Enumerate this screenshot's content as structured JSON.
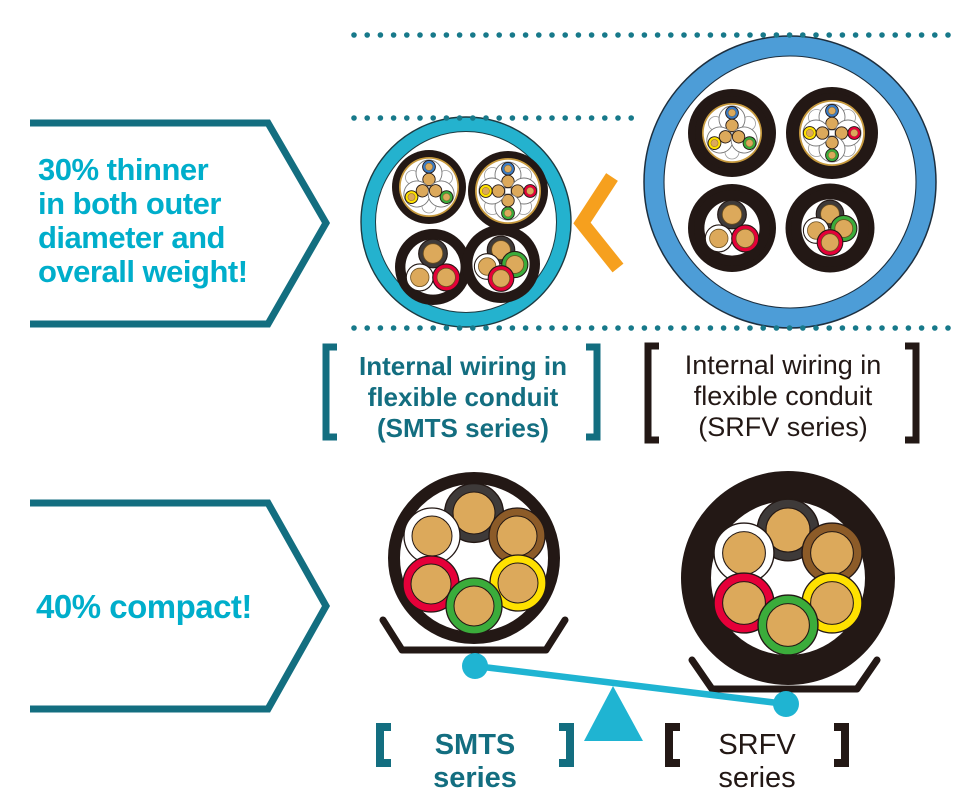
{
  "palette": {
    "accent_cyan": "#00AECB",
    "teal_dark": "#136E80",
    "dot_teal": "#17798A",
    "conduit_small_ring": "#24B2CE",
    "conduit_large_ring": "#4D9DD7",
    "orange": "#F6A01E",
    "ink_black": "#231815",
    "conductor_tan": "#DCA95B",
    "sheath_gold": "#C79A3E",
    "ring_red": "#E50039",
    "ring_green": "#3BAC3B",
    "ring_yellow": "#FFE100",
    "ring_blue": "#3B7BC4",
    "ring_brown": "#8C5B28",
    "ring_gray": "#3E3A39",
    "beam_cyan": "#1FB4D2"
  },
  "thinner_section": {
    "banner_text": "30% thinner\nin both outer\ndiameter and\noverall weight!",
    "smts_label": "Internal wiring in\nflexible conduit\n(SMTS series)",
    "srfv_label": "Internal wiring in\nflexible conduit\n(SRFV series)",
    "comparison_symbol": "<"
  },
  "compact_section": {
    "banner_text": "40% compact!",
    "smts_label": "SMTS series",
    "srfv_label": "SRFV series",
    "bracket_open": "【",
    "bracket_close": "】"
  }
}
